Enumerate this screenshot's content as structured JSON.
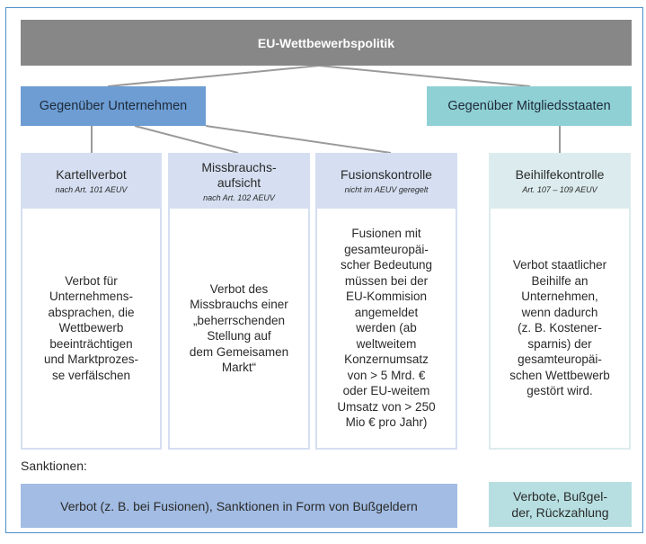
{
  "title": "EU-Wettbewerbspolitik",
  "branches": {
    "unternehmen": "Gegenüber Unternehmen",
    "mitgliedsstaaten": "Gegenüber Mitgliedsstaaten"
  },
  "cards": [
    {
      "title": "Kartellverbot",
      "sub": "nach Art. 101 AEUV",
      "body": "Verbot für\nUnternehmens-\nabsprachen, die\nWettbewerb\nbeeinträchtigen\nund Marktprozes-\nse verfälschen"
    },
    {
      "title": "Missbrauchs-\naufsicht",
      "sub": "nach Art. 102 AEUV",
      "body": "Verbot des\nMissbrauchs einer\n„beherrschenden\nStellung auf\ndem Gemeisamen\nMarkt“"
    },
    {
      "title": "Fusionskontrolle",
      "sub": "nicht im AEUV geregelt",
      "body": "Fusionen mit\ngesamteuropäi-\nscher Bedeutung\nmüssen bei der\nEU-Kommision\nangemeldet\nwerden (ab\nweltweitem\nKonzernumsatz\nvon > 5 Mrd. €\noder EU-weitem\nUmsatz von > 250\nMio € pro Jahr)"
    },
    {
      "title": "Beihilfekontrolle",
      "sub": "Art. 107 – 109 AEUV",
      "body": "Verbot staatlicher\nBeihilfe an\nUnternehmen,\nwenn dadurch\n(z. B. Kostener-\nsparnis) der\ngesamteuropäi-\nschen Wettbewerb\ngestört wird."
    }
  ],
  "sanctions": {
    "label": "Sanktionen:",
    "left": "Verbot (z. B. bei Fusionen), Sanktionen in Form von Bußgeldern",
    "right": "Verbote, Bußgel-\nder, Rückzahlung"
  }
}
